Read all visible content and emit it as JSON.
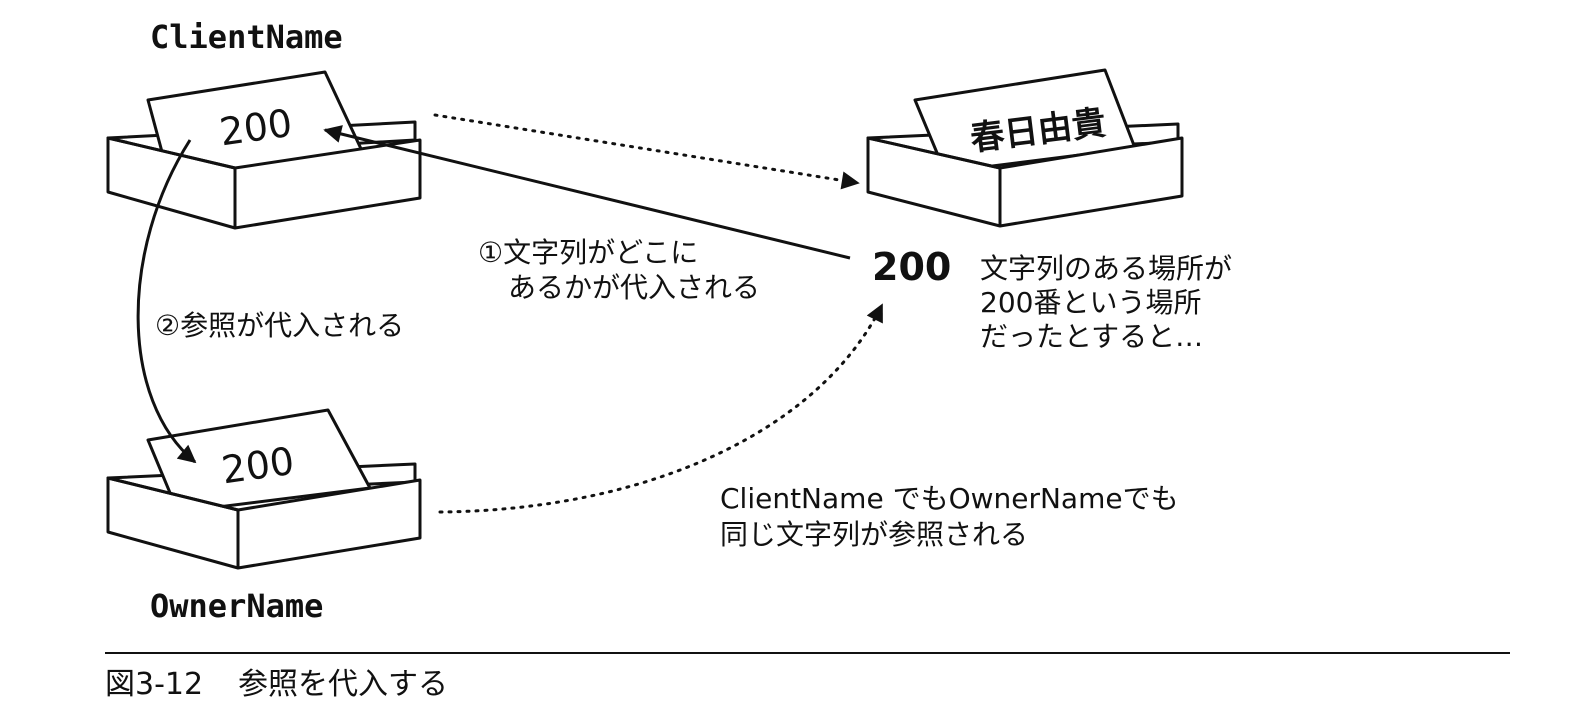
{
  "variables": {
    "client": {
      "name": "ClientName",
      "value": "200"
    },
    "owner": {
      "name": "OwnerName",
      "value": "200"
    }
  },
  "target": {
    "value": "春日由貴",
    "address": "200"
  },
  "notes": {
    "address_note": [
      "文字列のある場所が",
      "200番という場所",
      "だったとすると…"
    ],
    "step1": [
      "①文字列がどこに",
      "あるかが代入される"
    ],
    "step2": "②参照が代入される",
    "shared": [
      "ClientName でもOwnerNameでも",
      "同じ文字列が参照される"
    ]
  },
  "caption": {
    "figure_no": "図3-12",
    "title": "参照を代入する"
  }
}
